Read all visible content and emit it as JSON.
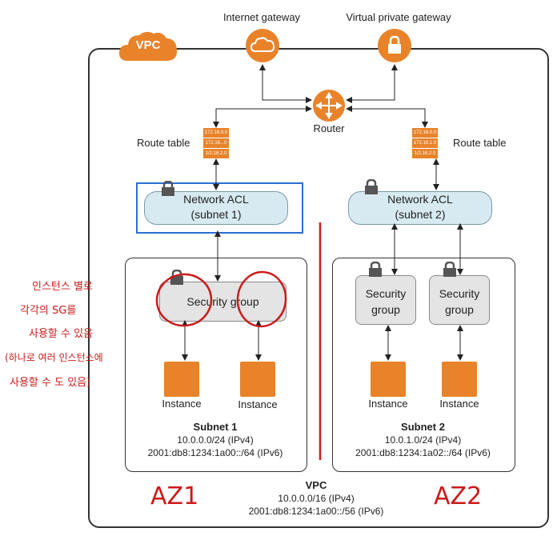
{
  "vpc": {
    "badge": "VPC",
    "title": "VPC",
    "ipv4": "10.0.0.0/16 (IPv4)",
    "ipv6": "2001:db8:1234:1a00::/56 (IPv6)"
  },
  "internet_gateway": {
    "label": "Internet gateway"
  },
  "virtual_private_gateway": {
    "label": "Virtual private gateway"
  },
  "router": {
    "label": "Router"
  },
  "route_tables": [
    {
      "label": "Route table",
      "rows": [
        "172.16.0.0",
        "172.16...0",
        "1/2.16.2.0"
      ]
    },
    {
      "label": "Route table",
      "rows": [
        "172.16.0.0",
        "172.16.1.0",
        "1/2.16.2.0"
      ]
    }
  ],
  "acls": [
    {
      "line1": "Network ACL",
      "line2": "(subnet 1)"
    },
    {
      "line1": "Network ACL",
      "line2": "(subnet 2)"
    }
  ],
  "subnet1": {
    "sg_label": "Security group",
    "instances": [
      "Instance",
      "Instance"
    ],
    "title": "Subnet 1",
    "ipv4": "10.0.0.0/24 (IPv4)",
    "ipv6": "2001:db8:1234:1a00::/64 (IPv6)"
  },
  "subnet2": {
    "sgs": [
      {
        "line1": "Security",
        "line2": "group"
      },
      {
        "line1": "Security",
        "line2": "group"
      }
    ],
    "instances": [
      "Instance",
      "Instance"
    ],
    "title": "Subnet 2",
    "ipv4": "10.0.1.0/24 (IPv4)",
    "ipv6": "2001:db8:1234:1a02::/64 (IPv6)"
  },
  "annotations": {
    "note_lines": [
      "인스턴스 별로",
      "각각의 SG를",
      "사용할 수 있음",
      "(하나로 여러 인스턴스에",
      "사용할 수 도 있음)"
    ],
    "az1": "AZ1",
    "az2": "AZ2"
  },
  "colors": {
    "aws_orange": "#e8832a",
    "acl_fill": "#d7eaf1",
    "highlight_blue": "#2a6fd6",
    "annotation_red": "#cc1a1a"
  }
}
